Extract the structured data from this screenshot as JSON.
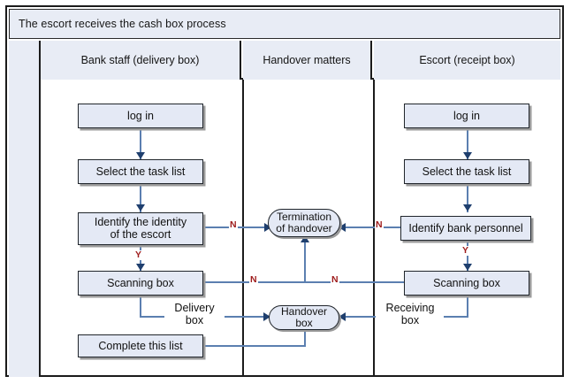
{
  "diagram": {
    "title": "The escort receives the cash box process",
    "lanes": [
      {
        "id": "lane-bank-staff",
        "label": "Bank staff (delivery box)"
      },
      {
        "id": "lane-handover-matters",
        "label": "Handover matters"
      },
      {
        "id": "lane-escort",
        "label": "Escort (receipt box)"
      }
    ],
    "nodes": {
      "left": [
        {
          "id": "left-log-in",
          "label": "log in",
          "type": "process"
        },
        {
          "id": "left-select-task",
          "label": "Select the task list",
          "type": "process"
        },
        {
          "id": "left-identify",
          "label": "Identify the identity\nof the escort",
          "type": "process"
        },
        {
          "id": "left-scanning",
          "label": "Scanning box",
          "type": "process"
        },
        {
          "id": "left-complete",
          "label": "Complete this list",
          "type": "process"
        }
      ],
      "middle": [
        {
          "id": "mid-termination",
          "label": "Termination\nof handover",
          "type": "terminator"
        },
        {
          "id": "mid-handover",
          "label": "Handover\nbox",
          "type": "terminator"
        }
      ],
      "right": [
        {
          "id": "right-log-in",
          "label": "log in",
          "type": "process"
        },
        {
          "id": "right-select-task",
          "label": "Select the task list",
          "type": "process"
        },
        {
          "id": "right-identify",
          "label": "Identify bank personnel",
          "type": "process"
        },
        {
          "id": "right-scanning",
          "label": "Scanning box",
          "type": "process"
        }
      ]
    },
    "edge_labels": {
      "left_identify_yes": "Y",
      "left_identify_no": "N",
      "right_identify_yes": "Y",
      "right_identify_no": "N",
      "left_scanning_no": "N",
      "right_scanning_no": "N",
      "delivery_box": "Delivery\nbox",
      "receiving_box": "Receiving\nbox"
    },
    "colors": {
      "node_fill": "#e4e9f5",
      "lane_header_fill": "#e8ecf5",
      "frame_stroke": "#1b1b1b",
      "connector": "#5b7fb0",
      "arrowhead": "#1f3f6e",
      "decision_label": "#9e1b1b",
      "canvas": "#ffffff"
    }
  }
}
